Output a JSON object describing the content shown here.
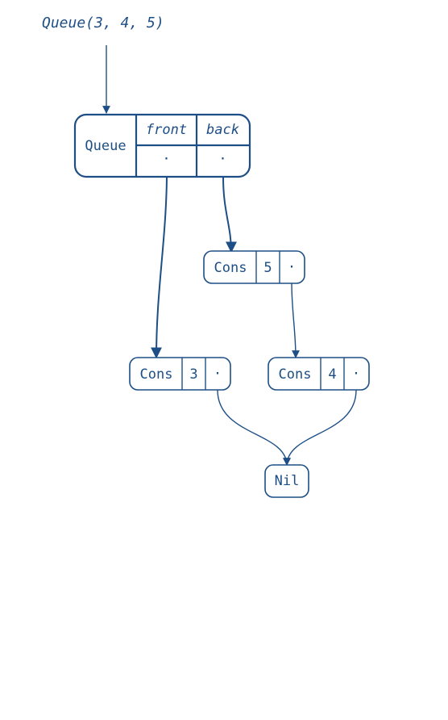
{
  "title": "Queue(3, 4, 5)",
  "colors": {
    "ink": "#1d4f86",
    "background": "#ffffff"
  },
  "queue": {
    "label": "Queue",
    "fields": [
      "front",
      "back"
    ],
    "pointer_symbol": "·"
  },
  "nodes": {
    "cons5": {
      "label": "Cons",
      "value": "5",
      "pointer": "·"
    },
    "cons3": {
      "label": "Cons",
      "value": "3",
      "pointer": "·"
    },
    "cons4": {
      "label": "Cons",
      "value": "4",
      "pointer": "·"
    },
    "nil": {
      "label": "Nil"
    }
  }
}
